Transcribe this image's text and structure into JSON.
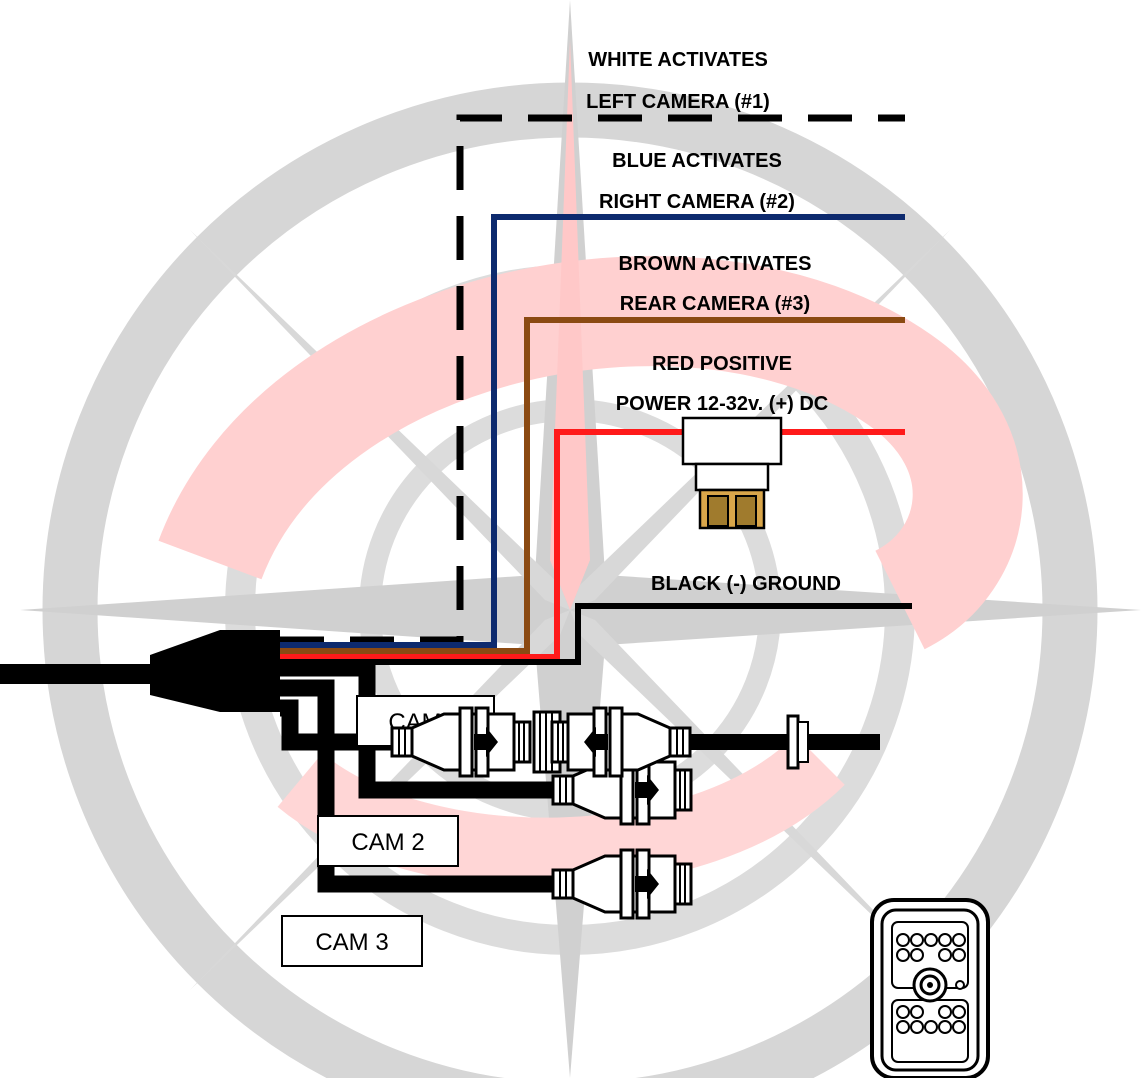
{
  "colors": {
    "white_wire": "#000000",
    "blue_wire": "#0d2a6e",
    "brown_wire": "#8b4a12",
    "red_wire": "#ff1a1a",
    "black_wire": "#000000",
    "fuse_gold": "#d9a64a",
    "watermark_gray": "#d6d6d6",
    "watermark_red": "#ffcfcf"
  },
  "wires": {
    "white": {
      "line1": "WHITE ACTIVATES",
      "line2": "LEFT CAMERA (#1)"
    },
    "blue": {
      "line1": "BLUE ACTIVATES",
      "line2": "RIGHT CAMERA (#2)"
    },
    "brown": {
      "line1": "BROWN ACTIVATES",
      "line2": "REAR CAMERA (#3)"
    },
    "red": {
      "line1": "RED POSITIVE",
      "line2": "POWER 12-32v. (+) DC"
    },
    "black": {
      "line1": "BLACK (-) GROUND"
    }
  },
  "cameras": {
    "cam1": "CAM 1",
    "cam2": "CAM 2",
    "cam3": "CAM 3"
  },
  "icons": {
    "fuse": "inline-fuse-icon",
    "connector": "camera-connector-icon",
    "camera": "backup-camera-icon",
    "watermark": "compass-rose-watermark"
  }
}
